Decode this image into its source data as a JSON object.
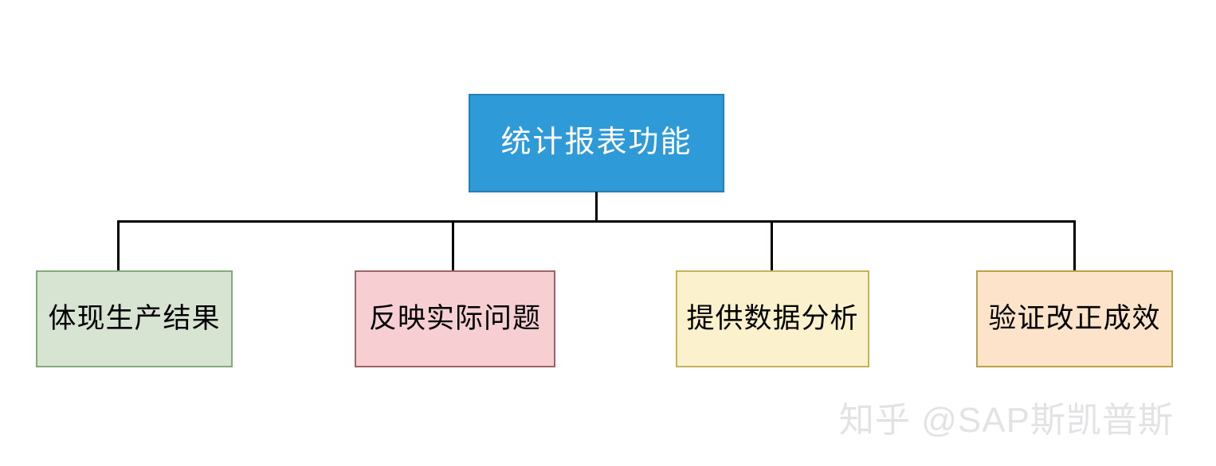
{
  "diagram": {
    "type": "org-tree",
    "orientation": "top-down",
    "root": {
      "id": "root",
      "label": "统计报表功能",
      "fill": "#2e9bd8",
      "border": "#2b7fb0",
      "text_color": "#ffffff"
    },
    "children": [
      {
        "id": "child-1",
        "label": "体现生产结果",
        "fill": "#d6e4d1",
        "border": "#84a97b",
        "text_color": "#000000"
      },
      {
        "id": "child-2",
        "label": "反映实际问题",
        "fill": "#f7ced1",
        "border": "#a36365",
        "text_color": "#000000"
      },
      {
        "id": "child-3",
        "label": "提供数据分析",
        "fill": "#fbf1cd",
        "border": "#c5b25d",
        "text_color": "#000000"
      },
      {
        "id": "child-4",
        "label": "验证改正成效",
        "fill": "#fce3c9",
        "border": "#bba242",
        "text_color": "#000000"
      }
    ],
    "connector_color": "#000000"
  },
  "watermark": {
    "text": "知乎 @SAP斯凯普斯",
    "color": "#e2e3e5"
  }
}
